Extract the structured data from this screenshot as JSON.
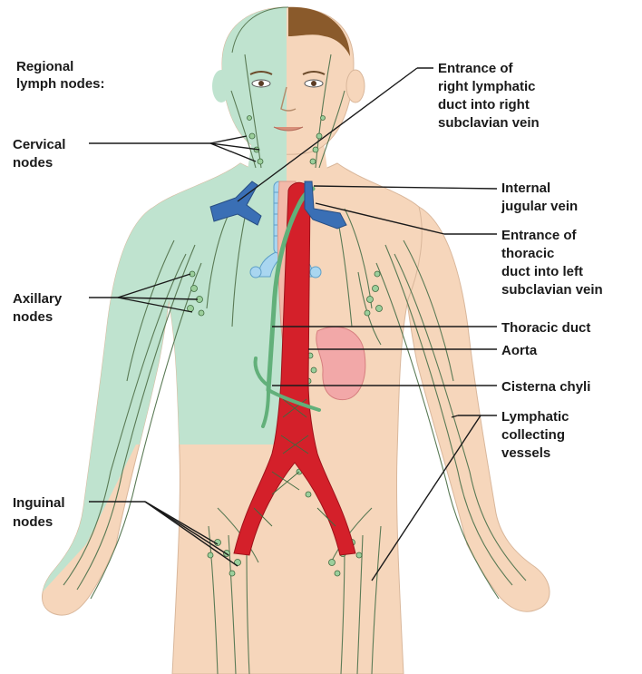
{
  "labels": {
    "regional_1": "Regional",
    "regional_2": "lymph nodes:",
    "cervical_1": "Cervical",
    "cervical_2": "nodes",
    "axillary_1": "Axillary",
    "axillary_2": "nodes",
    "inguinal_1": "Inguinal",
    "inguinal_2": "nodes",
    "right_entrance_1": "Entrance of",
    "right_entrance_2": "right lymphatic",
    "right_entrance_3": "duct into right",
    "right_entrance_4": "subclavian vein",
    "jugular_1": "Internal",
    "jugular_2": "jugular vein",
    "thoracic_entrance_1": "Entrance of",
    "thoracic_entrance_2": "thoracic",
    "thoracic_entrance_3": "duct into left",
    "thoracic_entrance_4": "subclavian vein",
    "thoracic_duct": "Thoracic duct",
    "aorta": "Aorta",
    "cisterna": "Cisterna chyli",
    "lymphatic_1": "Lymphatic",
    "lymphatic_2": "collecting",
    "lymphatic_3": "vessels"
  },
  "colors": {
    "skin": "#f6d6bb",
    "drained_region": "#bfe3cf",
    "hair": "#8a5a2b",
    "vein": "#3a6fb5",
    "aorta": "#d4202a",
    "lymph_vessel": "#5a7a55",
    "thoracic_duct": "#62b07a",
    "stomach": "#f2a8a8",
    "trachea": "#a9d6f0"
  }
}
